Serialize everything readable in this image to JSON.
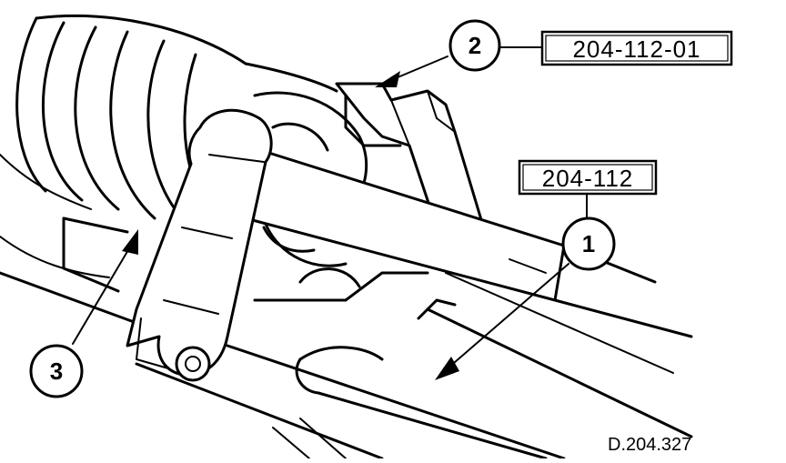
{
  "callouts": [
    {
      "id": "1",
      "number": "1"
    },
    {
      "id": "2",
      "number": "2"
    },
    {
      "id": "3",
      "number": "3"
    }
  ],
  "tool_labels": {
    "tool_1": "204-112",
    "tool_2": "204-112-01"
  },
  "figure_id": "D.204.327"
}
